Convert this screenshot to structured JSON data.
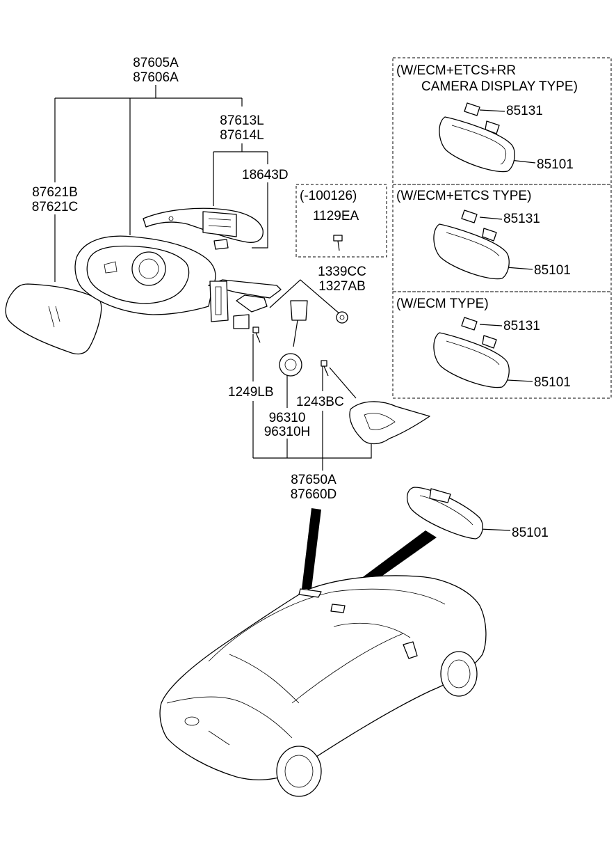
{
  "parts": {
    "housing_a": "87605A",
    "housing_b": "87606A",
    "lamp_a": "87613L",
    "lamp_b": "87614L",
    "bulb": "18643D",
    "glass_a": "87621B",
    "glass_b": "87621C",
    "nut_a": "1339CC",
    "nut_b": "1327AB",
    "screw_lb": "1249LB",
    "screw_bc": "1243BC",
    "motor_a": "96310",
    "motor_b": "96310H",
    "assy_a": "87650A",
    "assy_b": "87660D",
    "inner_mirror": "85101"
  },
  "variant_box": {
    "label": "(-100126)",
    "part": "1129EA"
  },
  "options": [
    {
      "line1": "(W/ECM+ETCS+RR",
      "line2": "CAMERA DISPLAY TYPE)",
      "cover": "85131",
      "mirror": "85101"
    },
    {
      "line1": "(W/ECM+ETCS TYPE)",
      "cover": "85131",
      "mirror": "85101"
    },
    {
      "line1": "(W/ECM TYPE)",
      "cover": "85131",
      "mirror": "85101"
    }
  ]
}
